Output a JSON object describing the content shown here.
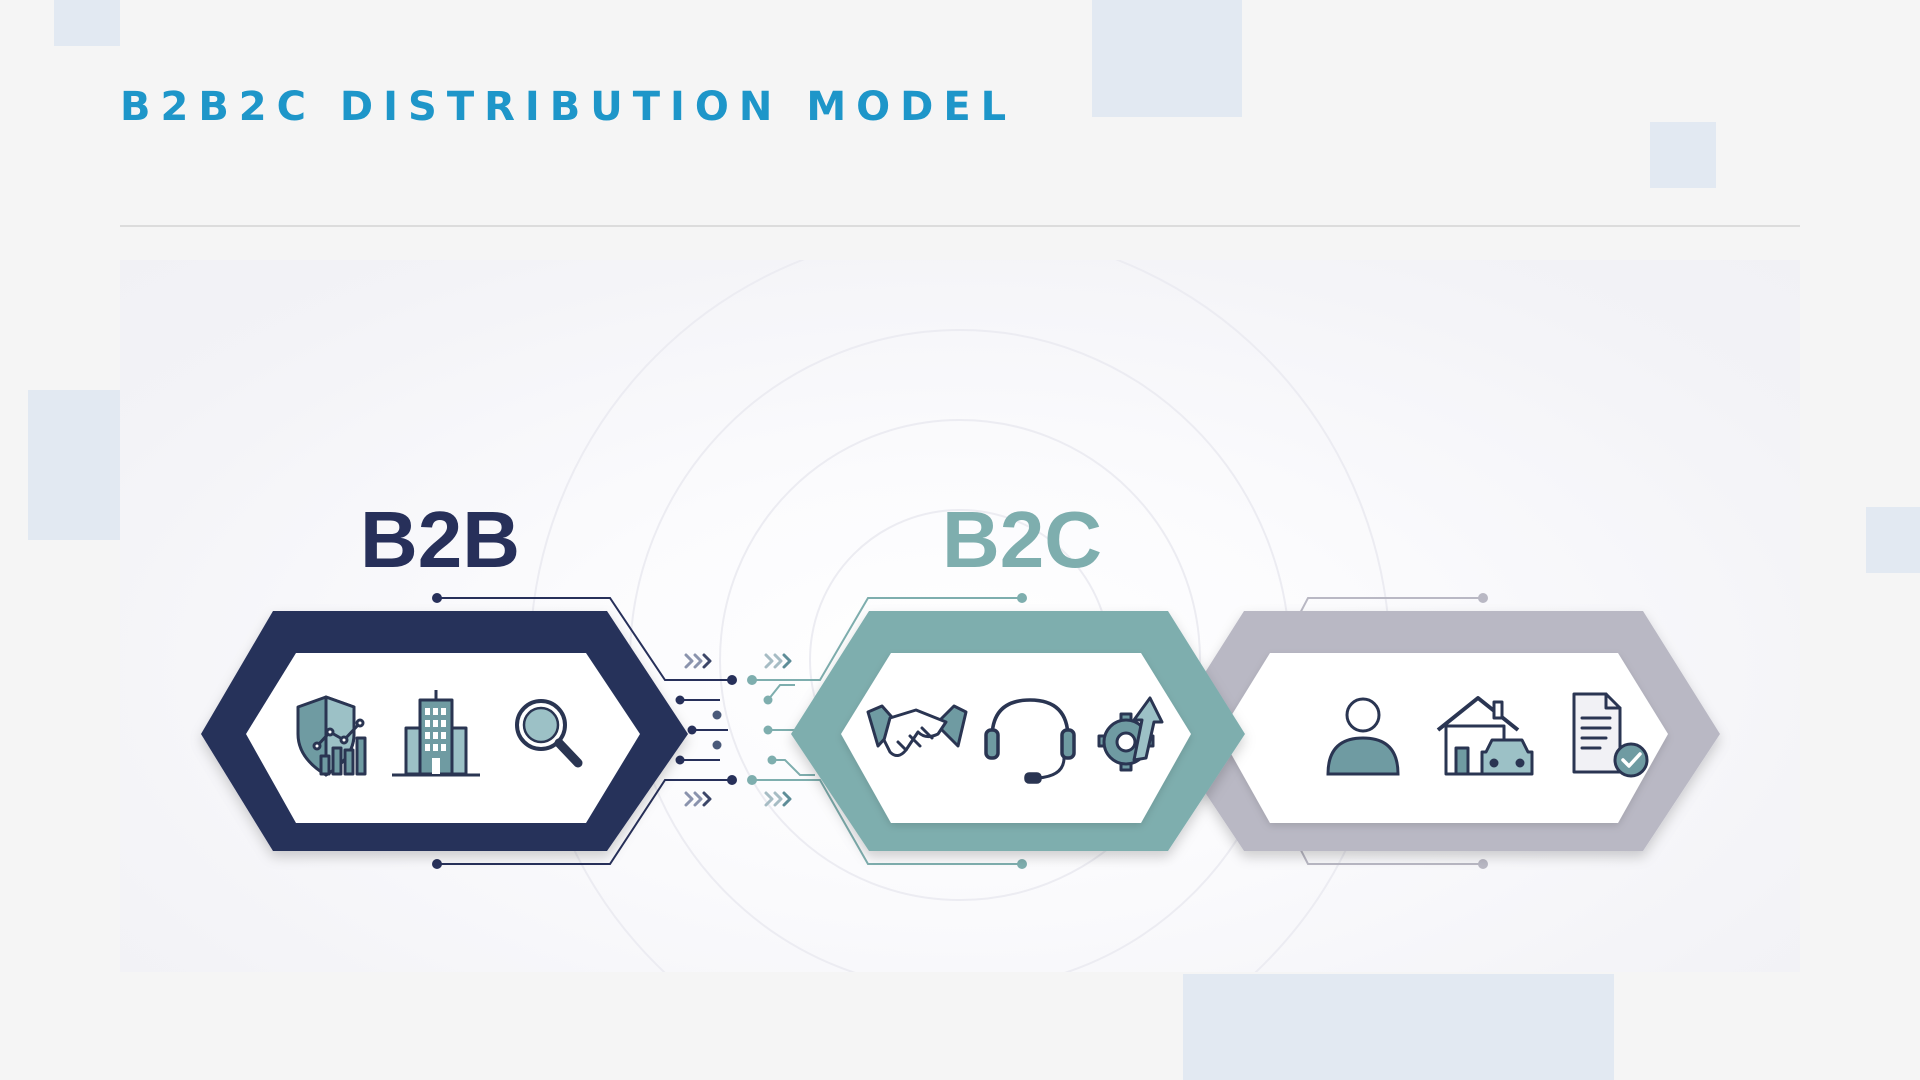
{
  "slide": {
    "title": "B2B2C DISTRIBUTION MODEL"
  },
  "colors": {
    "title": "#1e96c9",
    "b2b": "#27305a",
    "b2c": "#7eaeae",
    "consumer": "#b9b8c4",
    "icon_fill": "#6f9ba2",
    "icon_stroke": "#2a3552",
    "decor": "#e2e9f2"
  },
  "stages": [
    {
      "key": "b2b",
      "label": "B2B",
      "icons": [
        "shield-growth-chart-icon",
        "office-building-icon",
        "magnifying-glass-icon"
      ]
    },
    {
      "key": "b2c",
      "label": "B2C",
      "icons": [
        "handshake-icon",
        "headset-icon",
        "gear-arrow-icon"
      ]
    },
    {
      "key": "consumer",
      "label": "",
      "icons": [
        "person-icon",
        "house-car-icon",
        "document-check-icon"
      ]
    }
  ]
}
